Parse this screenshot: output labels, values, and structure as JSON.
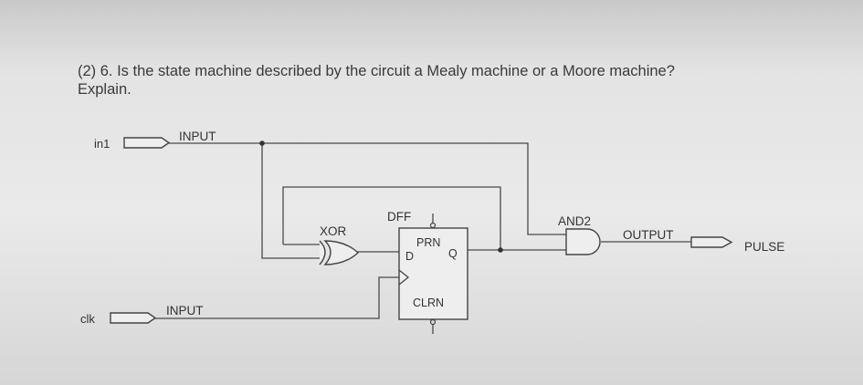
{
  "question": {
    "line1": "(2) 6. Is the state machine described by the circuit a Mealy machine or a Moore machine?",
    "line2": "Explain."
  },
  "circuit": {
    "in1_pin": "in1",
    "in1_type": "INPUT",
    "clk_pin": "clk",
    "clk_type": "INPUT",
    "xor_label": "XOR",
    "dff_label": "DFF",
    "prn_label": "PRN",
    "d_label": "D",
    "q_label": "Q",
    "clrn_label": "CLRN",
    "and_label": "AND2",
    "output_type": "OUTPUT",
    "output_pin": "PULSE"
  }
}
